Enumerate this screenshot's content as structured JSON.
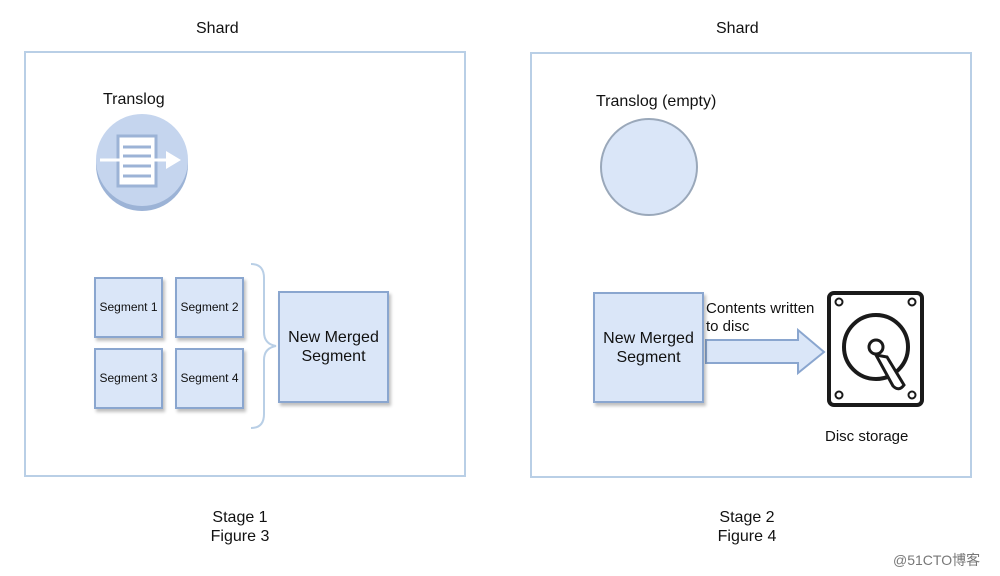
{
  "shard1": {
    "title": "Shard",
    "translog_label": "Translog",
    "segments": [
      "Segment 1",
      "Segment 2",
      "Segment 3",
      "Segment 4"
    ],
    "merged_line1": "New Merged",
    "merged_line2": "Segment",
    "stage": "Stage 1",
    "figure": "Figure 3"
  },
  "shard2": {
    "title": "Shard",
    "translog_label": "Translog (empty)",
    "merged_line1": "New Merged",
    "merged_line2": "Segment",
    "arrow_line1": "Contents written",
    "arrow_line2": "to disc",
    "disc_label": "Disc storage",
    "stage": "Stage 2",
    "figure": "Figure 4"
  },
  "watermark": "@51CTO博客",
  "colors": {
    "box_border": "#b9cfe6",
    "segment_fill": "#dae6f8",
    "segment_border": "#8aa6cf",
    "disk_stroke": "#1a1a1a"
  },
  "icons": {
    "translog": "translog-icon",
    "disc": "hard-disk-icon"
  }
}
